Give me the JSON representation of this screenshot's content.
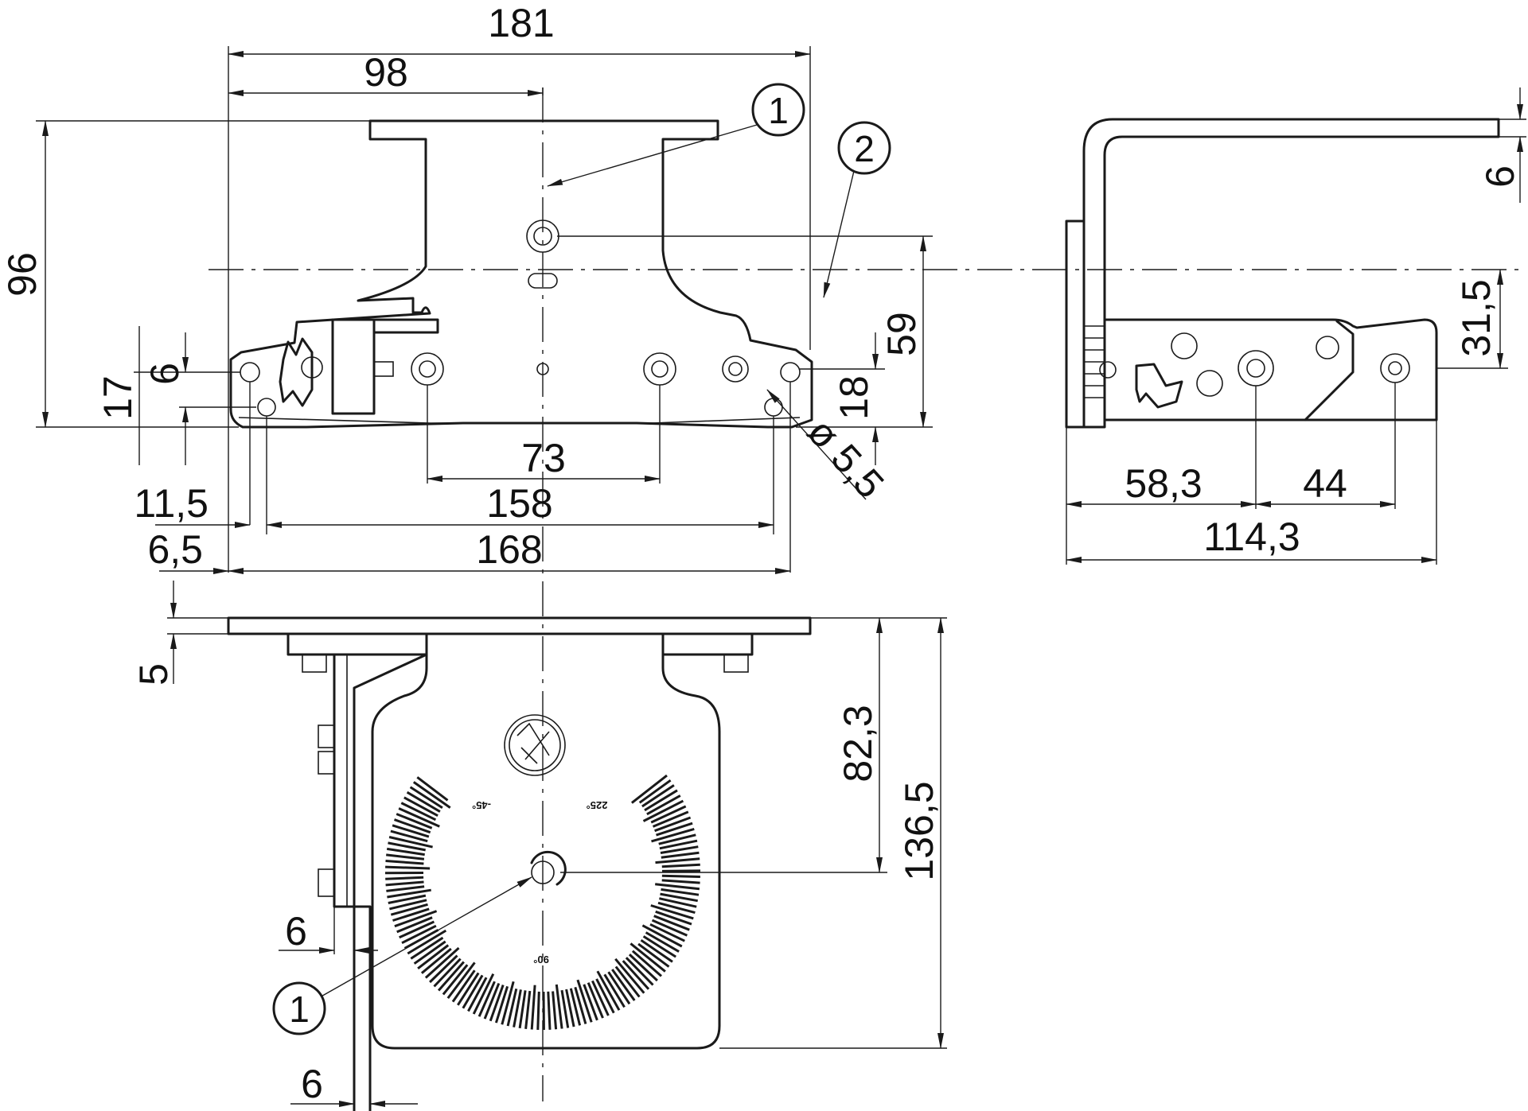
{
  "drawing": {
    "top_view": {
      "dims": {
        "d181": "181",
        "d98": "98",
        "d96": "96",
        "d6_left": "6",
        "d17": "17",
        "d59": "59",
        "d18": "18",
        "d73": "73",
        "d158": "158",
        "d11_5": "11,5",
        "d6_5": "6,5",
        "d168": "168",
        "d_hole": "ø 5,5"
      }
    },
    "side_view": {
      "dims": {
        "d6_top": "6",
        "d31_5": "31,5",
        "d58_3": "58,3",
        "d44": "44",
        "d114_3": "114,3"
      }
    },
    "front_view": {
      "dims": {
        "d5": "5",
        "d82_3": "82,3",
        "d136_5": "136,5",
        "d6_a": "6",
        "d6_b": "6"
      },
      "scale_labels": {
        "neg45": "-45°",
        "pos225": "225°",
        "pos90": "90°"
      }
    },
    "callouts": {
      "c1_top": "1",
      "c2": "2",
      "c1_bottom": "1"
    }
  }
}
